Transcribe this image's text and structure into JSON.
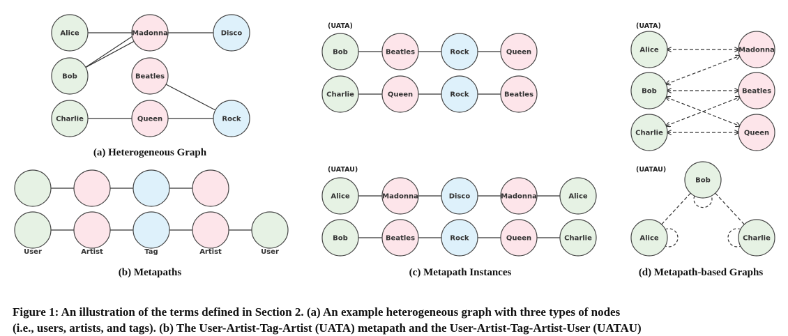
{
  "colors": {
    "user": "#e6f2e4",
    "artist": "#fde5ea",
    "tag": "#def1fb",
    "stroke": "#444444"
  },
  "panel_a": {
    "caption": "(a) Heterogeneous Graph",
    "nodes": [
      {
        "id": "alice",
        "label": "Alice",
        "type": "user"
      },
      {
        "id": "madonna",
        "label": "Madonna",
        "type": "artist"
      },
      {
        "id": "disco",
        "label": "Disco",
        "type": "tag"
      },
      {
        "id": "bob",
        "label": "Bob",
        "type": "user"
      },
      {
        "id": "beatles",
        "label": "Beatles",
        "type": "artist"
      },
      {
        "id": "charlie",
        "label": "Charlie",
        "type": "user"
      },
      {
        "id": "queen",
        "label": "Queen",
        "type": "artist"
      },
      {
        "id": "rock",
        "label": "Rock",
        "type": "tag"
      }
    ],
    "edges": [
      [
        "alice",
        "madonna"
      ],
      [
        "madonna",
        "disco"
      ],
      [
        "bob",
        "madonna"
      ],
      [
        "bob",
        "madonna2"
      ],
      [
        "beatles",
        "rock"
      ],
      [
        "charlie",
        "queen"
      ],
      [
        "queen",
        "rock"
      ]
    ]
  },
  "panel_b": {
    "caption": "(b) Metapaths",
    "rows": [
      [
        "user",
        "artist",
        "tag",
        "artist"
      ],
      [
        "user",
        "artist",
        "tag",
        "artist",
        "user"
      ]
    ],
    "type_labels": [
      "User",
      "Artist",
      "Tag",
      "Artist",
      "User"
    ]
  },
  "panel_c": {
    "caption": "(c) Metapath Instances",
    "groups": [
      {
        "label": "(UATA)",
        "rows": [
          [
            {
              "label": "Bob",
              "type": "user"
            },
            {
              "label": "Beatles",
              "type": "artist"
            },
            {
              "label": "Rock",
              "type": "tag"
            },
            {
              "label": "Queen",
              "type": "artist"
            }
          ],
          [
            {
              "label": "Charlie",
              "type": "user"
            },
            {
              "label": "Queen",
              "type": "artist"
            },
            {
              "label": "Rock",
              "type": "tag"
            },
            {
              "label": "Beatles",
              "type": "artist"
            }
          ]
        ]
      },
      {
        "label": "(UATAU)",
        "rows": [
          [
            {
              "label": "Alice",
              "type": "user"
            },
            {
              "label": "Madonna",
              "type": "artist"
            },
            {
              "label": "Disco",
              "type": "tag"
            },
            {
              "label": "Madonna",
              "type": "artist"
            },
            {
              "label": "Alice",
              "type": "user"
            }
          ],
          [
            {
              "label": "Bob",
              "type": "user"
            },
            {
              "label": "Beatles",
              "type": "artist"
            },
            {
              "label": "Rock",
              "type": "tag"
            },
            {
              "label": "Queen",
              "type": "artist"
            },
            {
              "label": "Charlie",
              "type": "user"
            }
          ]
        ]
      }
    ]
  },
  "panel_d": {
    "caption": "(d) Metapath-based Graphs",
    "uata": {
      "label": "(UATA)",
      "nodes": [
        {
          "id": "alice",
          "label": "Alice",
          "type": "user"
        },
        {
          "id": "bob",
          "label": "Bob",
          "type": "user"
        },
        {
          "id": "charlie",
          "label": "Charlie",
          "type": "user"
        },
        {
          "id": "madonna",
          "label": "Madonna",
          "type": "artist"
        },
        {
          "id": "beatles",
          "label": "Beatles",
          "type": "artist"
        },
        {
          "id": "queen",
          "label": "Queen",
          "type": "artist"
        }
      ],
      "edges": [
        [
          "alice",
          "madonna"
        ],
        [
          "bob",
          "madonna"
        ],
        [
          "bob",
          "beatles"
        ],
        [
          "bob",
          "queen"
        ],
        [
          "charlie",
          "beatles"
        ],
        [
          "charlie",
          "queen"
        ]
      ]
    },
    "uatau": {
      "label": "(UATAU)",
      "nodes": [
        {
          "id": "bob",
          "label": "Bob",
          "type": "user"
        },
        {
          "id": "alice",
          "label": "Alice",
          "type": "user"
        },
        {
          "id": "charlie",
          "label": "Charlie",
          "type": "user"
        }
      ],
      "edges": [
        [
          "bob",
          "alice"
        ],
        [
          "bob",
          "charlie"
        ]
      ],
      "self_loops": [
        "bob",
        "alice",
        "charlie"
      ]
    }
  },
  "figure_caption": {
    "line1": "Figure 1: An illustration of the terms defined in Section 2. (a) An example heterogeneous graph with three types of nodes",
    "line2": "(i.e., users, artists, and tags). (b) The User-Artist-Tag-Artist (UATA) metapath and the User-Artist-Tag-Artist-User (UATAU)"
  }
}
